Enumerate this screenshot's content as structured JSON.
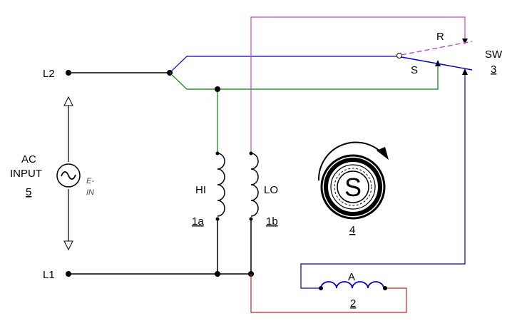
{
  "labels": {
    "l2": "L2",
    "l1": "L1",
    "ac_line1": "AC",
    "ac_line2": "INPUT",
    "ac_num": "5",
    "ein_line1": "E-",
    "ein_line2": "IN",
    "hi": "HI",
    "lo": "LO",
    "hi_num": "1a",
    "lo_num": "1b",
    "rotor": "S",
    "rotor_num": "4",
    "cap": "A",
    "cap_num": "2",
    "sw": "SW",
    "sw_num": "3",
    "pos_r": "R",
    "pos_s": "S"
  },
  "colors": {
    "wire_black": "#000000",
    "wire_blue": "#0000cc",
    "wire_green": "#008000",
    "wire_magenta": "#cc44cc",
    "wire_red": "#cc2222",
    "ground_gray": "#888888"
  },
  "icons": {
    "ac_source": "sine-wave-icon",
    "rotor": "rotor-icon",
    "rotation": "rotation-arrow-icon"
  }
}
